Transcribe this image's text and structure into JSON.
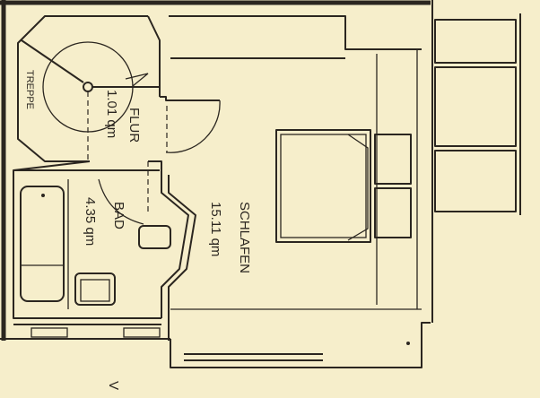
{
  "plan": {
    "rooms": [
      {
        "name": "TREPPE",
        "area": ""
      },
      {
        "name": "FLUR",
        "area": "1.01 qm"
      },
      {
        "name": "BAD",
        "area": "4.35 qm"
      },
      {
        "name": "SCHLAFEN",
        "area": "15.11 qm"
      }
    ],
    "edge_mark": "V",
    "colors": {
      "paper": "#f6eecb",
      "ink": "#2b2620"
    }
  }
}
